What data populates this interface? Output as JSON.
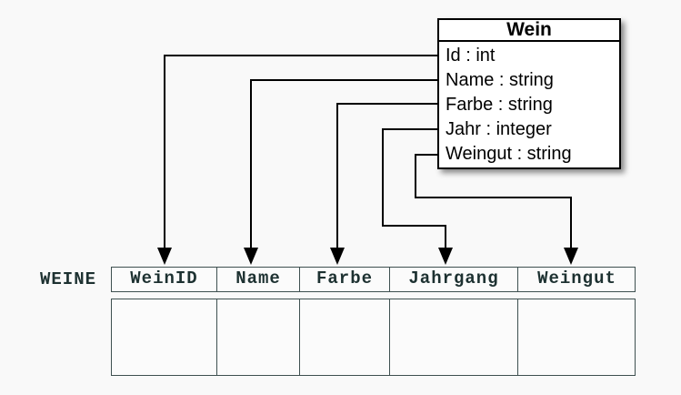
{
  "uml_class": {
    "title": "Wein",
    "attributes": [
      "Id : int",
      "Name : string",
      "Farbe : string",
      "Jahr : integer",
      "Weingut : string"
    ]
  },
  "table": {
    "label": "WEINE",
    "columns": [
      "WeinID",
      "Name",
      "Farbe",
      "Jahrgang",
      "Weingut"
    ],
    "empty_body_rows": 1
  },
  "mappings": [
    {
      "from": "Id",
      "to": "WeinID"
    },
    {
      "from": "Name",
      "to": "Name"
    },
    {
      "from": "Farbe",
      "to": "Farbe"
    },
    {
      "from": "Jahr",
      "to": "Jahrgang"
    },
    {
      "from": "Weingut",
      "to": "Weingut"
    }
  ],
  "colors": {
    "background": "#f9f9f9",
    "uml_border": "#000000",
    "uml_fill": "#ffffff",
    "connector": "#000000",
    "table_border": "#3e5050",
    "table_text": "#1d3131"
  }
}
